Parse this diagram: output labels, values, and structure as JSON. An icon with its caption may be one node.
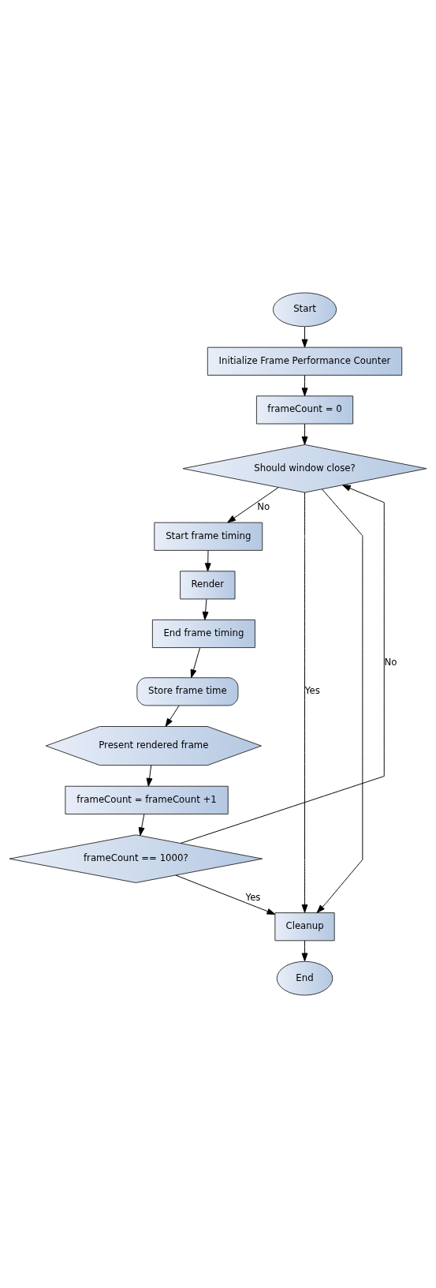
{
  "diagram": {
    "nodes": [
      {
        "text": [
          "Start"
        ]
      },
      {
        "text": [
          "Initialize Frame Performance Counter"
        ]
      },
      {
        "text": [
          "frameCount = 0"
        ]
      },
      {
        "text": [
          "Should window close?"
        ]
      },
      {
        "text": [
          "Start frame timing"
        ]
      },
      {
        "text": [
          "Render"
        ]
      },
      {
        "text": [
          "End frame timing"
        ]
      },
      {
        "text": [
          "Store frame time"
        ]
      },
      {
        "text": [
          "Present rendered frame"
        ]
      },
      {
        "text": [
          "frameCount = frameCount +1"
        ]
      },
      {
        "text": [
          "frameCount == 1000?"
        ]
      },
      {
        "text": [
          "Cleanup"
        ]
      },
      {
        "text": [
          "End"
        ]
      }
    ],
    "edges": [
      {
        "from": 0,
        "to": 1,
        "arrow": "to"
      },
      {
        "from": 1,
        "to": 2,
        "arrow": "to"
      },
      {
        "from": 2,
        "to": 3,
        "arrow": "to"
      },
      {
        "from": 3,
        "to": 4,
        "arrow": "to",
        "label": "No"
      },
      {
        "from": 4,
        "to": 5,
        "arrow": "to"
      },
      {
        "from": 5,
        "to": 6,
        "arrow": "to"
      },
      {
        "from": 6,
        "to": 7,
        "arrow": "to"
      },
      {
        "from": 7,
        "to": 8,
        "arrow": "to"
      },
      {
        "from": 8,
        "to": 9,
        "arrow": "to"
      },
      {
        "from": 9,
        "to": 10,
        "arrow": "to"
      },
      {
        "from": 10,
        "to": 3,
        "arrow": "to",
        "label": "No"
      },
      {
        "from": 10,
        "to": 11,
        "arrow": "to",
        "label": "Yes"
      },
      {
        "from": 3,
        "to": 11,
        "arrow": "to",
        "label": "Yes"
      },
      {
        "from": 3,
        "to": 11,
        "arrow": "to"
      },
      {
        "from": 11,
        "to": 12,
        "arrow": "to"
      }
    ]
  }
}
